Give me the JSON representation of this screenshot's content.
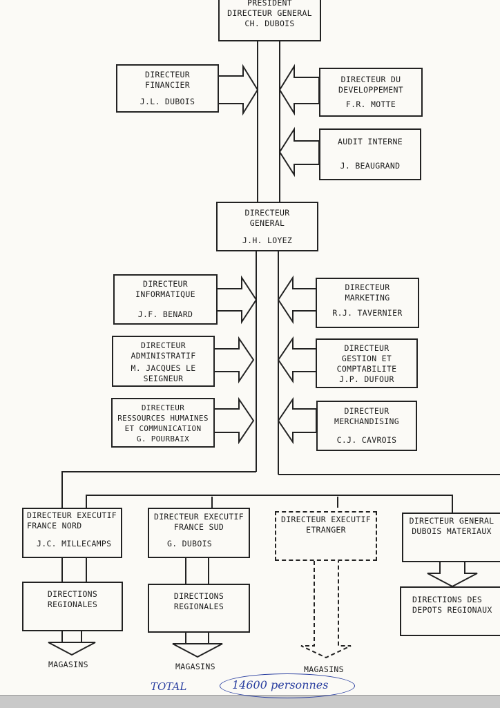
{
  "president": {
    "lines": [
      "PRESIDENT",
      "DIRECTEUR GENERAL",
      "CH. DUBOIS"
    ]
  },
  "upper_left": [
    {
      "title": "DIRECTEUR\nFINANCIER",
      "name": "J.L. DUBOIS"
    }
  ],
  "upper_right": [
    {
      "title": "DIRECTEUR DU\nDEVELOPPEMENT",
      "name": "F.R. MOTTE"
    },
    {
      "title": "AUDIT INTERNE",
      "name": "J. BEAUGRAND"
    }
  ],
  "directeur_general": {
    "title": "DIRECTEUR\nGENERAL",
    "name": "J.H. LOYEZ"
  },
  "mid_left": [
    {
      "title": "DIRECTEUR\nINFORMATIQUE",
      "name": "J.F. BENARD"
    },
    {
      "title": "DIRECTEUR\nADMINISTRATIF",
      "name": "M. JACQUES LE\nSEIGNEUR"
    },
    {
      "title": "DIRECTEUR\nRESSOURCES HUMAINES\nET COMMUNICATION",
      "name": "G. POURBAIX"
    }
  ],
  "mid_right": [
    {
      "title": "DIRECTEUR\nMARKETING",
      "name": "R.J. TAVERNIER"
    },
    {
      "title": "DIRECTEUR\nGESTION ET\nCOMPTABILITE",
      "name": "J.P. DUFOUR"
    },
    {
      "title": "DIRECTEUR\nMERCHANDISING",
      "name": "C.J. CAVROIS"
    }
  ],
  "executives": [
    {
      "title": "DIRECTEUR EXECUTIF\nFRANCE NORD",
      "name": "J.C. MILLECAMPS"
    },
    {
      "title": "DIRECTEUR EXECUTIF\nFRANCE SUD",
      "name": "G. DUBOIS"
    },
    {
      "title": "DIRECTEUR EXECUTIF\nETRANGER",
      "name": ""
    },
    {
      "title": "DIRECTEUR GENERAL\nDUBOIS MATERIAUX",
      "name": ""
    }
  ],
  "regional": [
    {
      "title": "DIRECTIONS\nREGIONALES"
    },
    {
      "title": "DIRECTIONS\nREGIONALES"
    },
    {
      "title": "DIRECTIONS DES\nDEPOTS REGIONAUX"
    }
  ],
  "magasins": [
    "MAGASINS",
    "MAGASINS",
    "MAGASINS"
  ],
  "footer": {
    "total_label": "TOTAL",
    "total_value": "14600 personnes"
  },
  "colors": {
    "ink": "#222222",
    "paper": "#fbfaf6",
    "handwriting": "#2a3fa0"
  }
}
